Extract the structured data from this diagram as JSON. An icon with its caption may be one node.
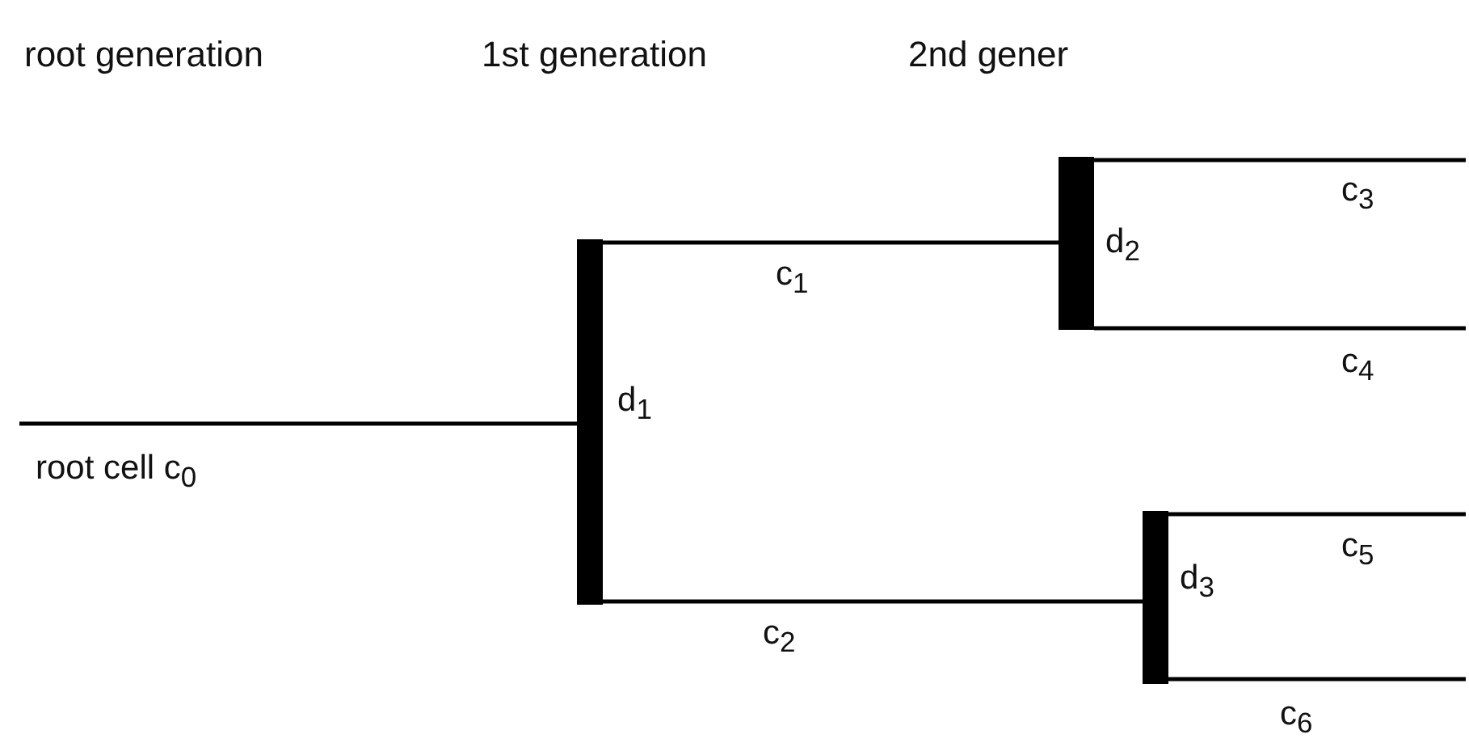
{
  "diagram": {
    "nodes": [
      {
        "text": [],
        "shape": "bar",
        "beside": [
          "d$_{1}$"
        ]
      },
      {
        "text": [],
        "shape": "bar",
        "beside": [
          "d$_{2}$"
        ]
      },
      {
        "text": [],
        "shape": "bar",
        "beside": [
          "d$_{3}$"
        ]
      }
    ],
    "edges": [
      {
        "from": null,
        "to": 0,
        "arrow": "none",
        "label": "root cell c$_{0}$"
      },
      {
        "from": 0,
        "to": 1,
        "arrow": "none",
        "label": "c$_{1}$"
      },
      {
        "from": 0,
        "to": 2,
        "arrow": "none",
        "label": "c$_{2}$"
      },
      {
        "from": 1,
        "to": null,
        "arrow": "none",
        "label": "c$_{3}$"
      },
      {
        "from": 1,
        "to": null,
        "arrow": "none",
        "label": "c$_{4}$"
      },
      {
        "from": 2,
        "to": null,
        "arrow": "none",
        "label": "c$_{5}$"
      },
      {
        "from": 2,
        "to": null,
        "arrow": "none",
        "label": "c$_{6}$"
      }
    ],
    "labels": [
      "root generation",
      "1st generation",
      "2nd gener"
    ]
  }
}
